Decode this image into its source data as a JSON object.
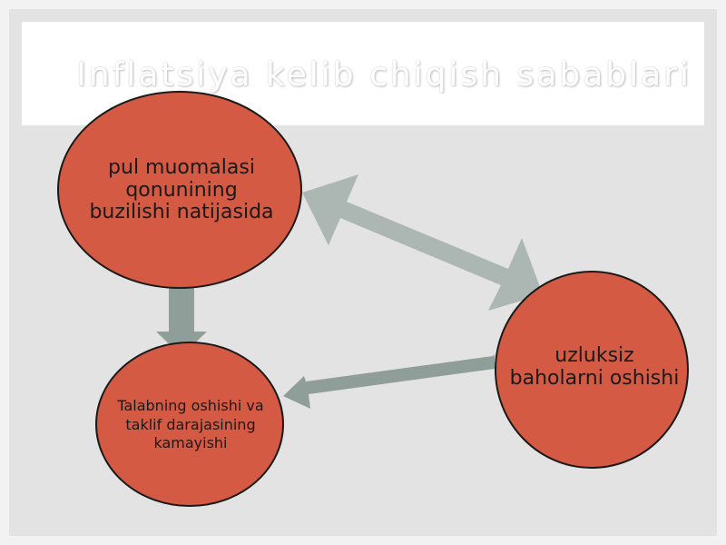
{
  "slide": {
    "title": "Inflatsiya kelib chiqish sabablari"
  },
  "nodes": {
    "top_left": "pul muomalasi qonunining buzilishi natijasida",
    "right": "uzluksiz baholarni oshishi",
    "bottom_left": "Talabning oshishi va taklif darajasining kamayishi"
  },
  "colors": {
    "node_fill": "#d55a43",
    "node_stroke": "#1a1a1a",
    "arrow_fill": "#a5b0ac",
    "arrow_dark": "#8f9e98",
    "background": "#e3e3e3"
  }
}
